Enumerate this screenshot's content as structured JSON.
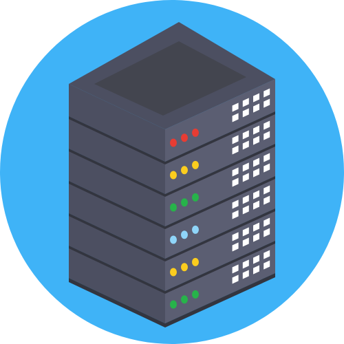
{
  "icon": {
    "name": "server-rack-icon",
    "background_color": "#3fb3f7",
    "colors": {
      "top_face": "#4c4f61",
      "top_screen": "#43454f",
      "left_face": "#4c4f61",
      "right_face": "#5b5e72",
      "slot_shadow": "#33353f",
      "vent": "#ffffff"
    }
  },
  "units": [
    {
      "status": "error",
      "led_color": "#e73c33"
    },
    {
      "status": "warning",
      "led_color": "#fbcd1e"
    },
    {
      "status": "ok",
      "led_color": "#27b34a"
    },
    {
      "status": "info",
      "led_color": "#8fd5f9"
    },
    {
      "status": "warning",
      "led_color": "#fbcd1e"
    },
    {
      "status": "ok",
      "led_color": "#27b34a"
    }
  ]
}
